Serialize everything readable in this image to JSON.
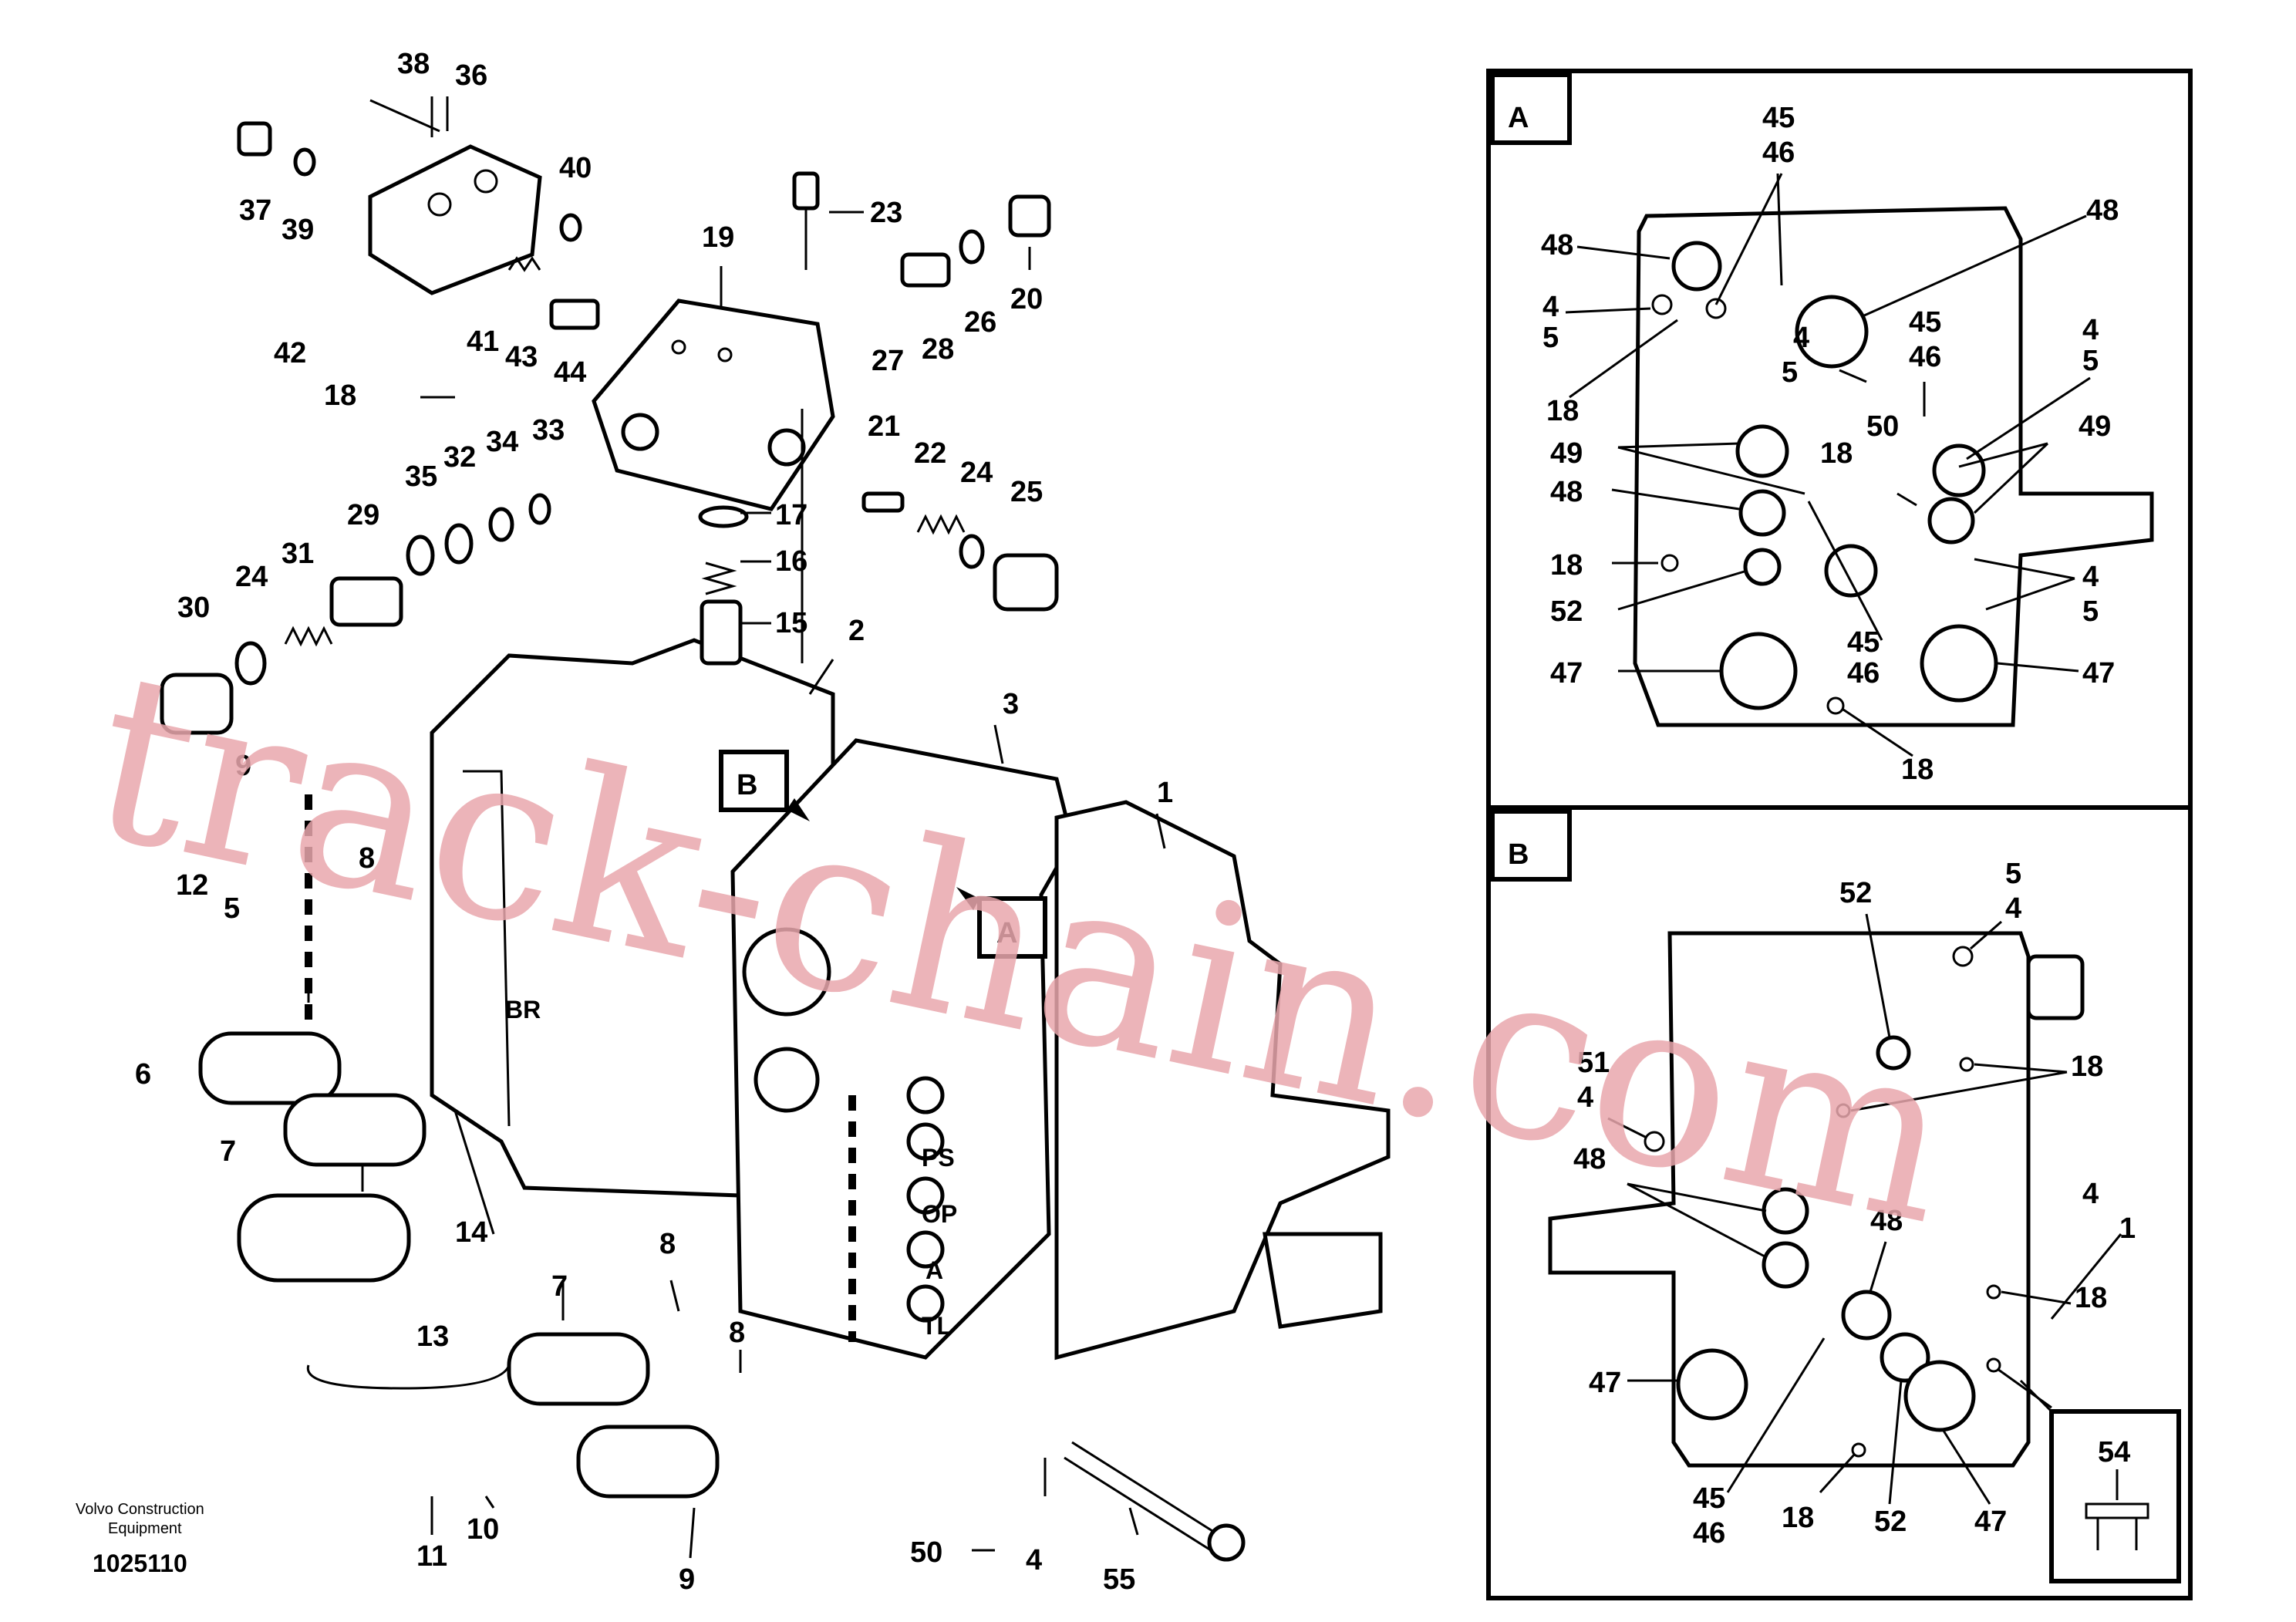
{
  "detail_a": {
    "tag": "A"
  },
  "detail_b": {
    "tag": "B"
  },
  "callouts": {
    "c1": "1",
    "c2": "2",
    "c3": "3",
    "c4": "4",
    "c5": "5",
    "c6": "6",
    "c7": "7",
    "c8": "8",
    "c9": "9",
    "c10": "10",
    "c11": "11",
    "c12": "12",
    "c13": "13",
    "c14": "14",
    "c15": "15",
    "c16": "16",
    "c17": "17",
    "c18": "18",
    "c19": "19",
    "c20": "20",
    "c21": "21",
    "c22": "22",
    "c23": "23",
    "c24": "24",
    "c25": "25",
    "c26": "26",
    "c27": "27",
    "c28": "28",
    "c29": "29",
    "c30": "30",
    "c31": "31",
    "c32": "32",
    "c33": "33",
    "c34": "34",
    "c35": "35",
    "c36": "36",
    "c37": "37",
    "c38": "38",
    "c39": "39",
    "c40": "40",
    "c41": "41",
    "c42": "42",
    "c43": "43",
    "c44": "44",
    "c45": "45",
    "c46": "46",
    "c47": "47",
    "c48": "48",
    "c49": "49",
    "c50": "50",
    "c51": "51",
    "c52": "52",
    "c54": "54",
    "c55": "55"
  },
  "port_marks": {
    "p1": "PS",
    "p2": "OP",
    "p3": "A",
    "p4": "TL",
    "p5": "BR"
  },
  "credit": {
    "line1": "Volvo Construction",
    "line2": "Equipment",
    "code": "1025110"
  },
  "watermark": "track-chain.com"
}
